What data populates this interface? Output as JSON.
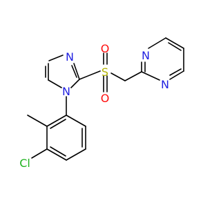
{
  "molecule": {
    "atoms": {
      "imidazole_N3": {
        "text": "N",
        "color": "#1f1fe0"
      },
      "imidazole_N1": {
        "text": "N",
        "color": "#1f1fe0"
      },
      "sulfonyl_S": {
        "text": "S",
        "color": "#b3b300"
      },
      "sulfonyl_O_top": {
        "text": "O",
        "color": "#ff0d0d"
      },
      "sulfonyl_O_bottom": {
        "text": "O",
        "color": "#ff0d0d"
      },
      "pyrimidine_N1": {
        "text": "N",
        "color": "#1f1fe0"
      },
      "pyrimidine_N3": {
        "text": "N",
        "color": "#1f1fe0"
      },
      "chloro": {
        "text": "Cl",
        "color": "#1fb31f"
      }
    }
  }
}
